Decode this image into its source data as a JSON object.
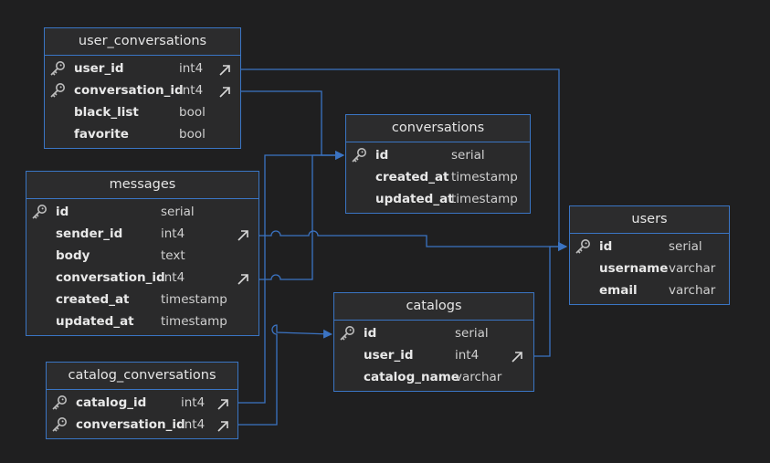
{
  "tables": {
    "user_conversations": {
      "title": "user_conversations",
      "rows": [
        {
          "name": "user_id",
          "type": "int4",
          "pk": true,
          "fk": true
        },
        {
          "name": "conversation_id",
          "type": "int4",
          "pk": true,
          "fk": true
        },
        {
          "name": "black_list",
          "type": "bool",
          "pk": false,
          "fk": false
        },
        {
          "name": "favorite",
          "type": "bool",
          "pk": false,
          "fk": false
        }
      ]
    },
    "messages": {
      "title": "messages",
      "rows": [
        {
          "name": "id",
          "type": "serial",
          "pk": true,
          "fk": false
        },
        {
          "name": "sender_id",
          "type": "int4",
          "pk": false,
          "fk": true
        },
        {
          "name": "body",
          "type": "text",
          "pk": false,
          "fk": false
        },
        {
          "name": "conversation_id",
          "type": "int4",
          "pk": false,
          "fk": true
        },
        {
          "name": "created_at",
          "type": "timestamp",
          "pk": false,
          "fk": false
        },
        {
          "name": "updated_at",
          "type": "timestamp",
          "pk": false,
          "fk": false
        }
      ]
    },
    "catalog_conversations": {
      "title": "catalog_conversations",
      "rows": [
        {
          "name": "catalog_id",
          "type": "int4",
          "pk": true,
          "fk": true
        },
        {
          "name": "conversation_id",
          "type": "int4",
          "pk": true,
          "fk": true
        }
      ]
    },
    "conversations": {
      "title": "conversations",
      "rows": [
        {
          "name": "id",
          "type": "serial",
          "pk": true,
          "fk": false
        },
        {
          "name": "created_at",
          "type": "timestamp",
          "pk": false,
          "fk": false
        },
        {
          "name": "updated_at",
          "type": "timestamp",
          "pk": false,
          "fk": false
        }
      ]
    },
    "catalogs": {
      "title": "catalogs",
      "rows": [
        {
          "name": "id",
          "type": "serial",
          "pk": true,
          "fk": false
        },
        {
          "name": "user_id",
          "type": "int4",
          "pk": false,
          "fk": true
        },
        {
          "name": "catalog_name",
          "type": "varchar",
          "pk": false,
          "fk": false
        }
      ]
    },
    "users": {
      "title": "users",
      "rows": [
        {
          "name": "id",
          "type": "serial",
          "pk": true,
          "fk": false
        },
        {
          "name": "username",
          "type": "varchar",
          "pk": false,
          "fk": false
        },
        {
          "name": "email",
          "type": "varchar",
          "pk": false,
          "fk": false
        }
      ]
    }
  },
  "relations": [
    {
      "from": "user_conversations.user_id",
      "to": "users.id"
    },
    {
      "from": "user_conversations.conversation_id",
      "to": "conversations.id"
    },
    {
      "from": "messages.sender_id",
      "to": "users.id"
    },
    {
      "from": "messages.conversation_id",
      "to": "conversations.id"
    },
    {
      "from": "catalog_conversations.catalog_id",
      "to": "conversations.id"
    },
    {
      "from": "catalog_conversations.conversation_id",
      "to": "catalogs.id"
    },
    {
      "from": "catalogs.user_id",
      "to": "users.id"
    }
  ],
  "colors": {
    "background": "#1f1f20",
    "border": "#3a75c4",
    "edge": "#3b73c2",
    "key_icon": "#bdbdbd"
  }
}
